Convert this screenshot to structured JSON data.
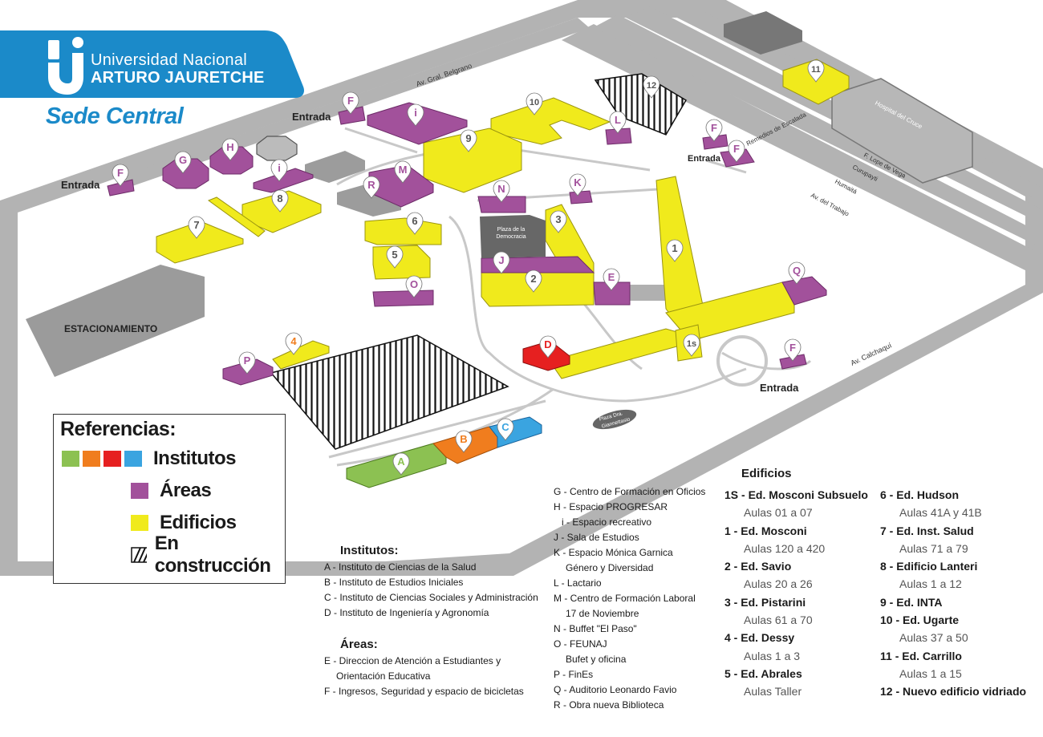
{
  "header": {
    "university_line1": "Universidad Nacional",
    "university_line2": "ARTURO JAURETCHE",
    "campus_title": "Sede Central"
  },
  "colors": {
    "brand_blue": "#1b8ac9",
    "institute_green": "#8cc152",
    "institute_orange": "#f07d1e",
    "institute_red": "#e62020",
    "institute_blue": "#3aa4e0",
    "area_purple": "#a2519b",
    "building_yellow": "#f0ea1c",
    "road_gray": "#b3b3b3",
    "building_gray": "#999999"
  },
  "map": {
    "streets": {
      "belgrano": "Av. Gral. Belgrano",
      "remedios": "Remedios de Escalada",
      "lope_vega": "F. Lope de Vega",
      "curupayti": "Curupayti",
      "humaita": "Humaitá",
      "trabajo": "Av. del Trabajo",
      "calchaqui": "Av. Calchaquí"
    },
    "entrances": [
      "Entrada",
      "Entrada",
      "Entrada",
      "Entrada"
    ],
    "parking": "ESTACIONAMIENTO",
    "hospital": "Hospital del Cruce",
    "plaza_democracia": [
      "Plaza de la",
      "Democracia"
    ],
    "plaza_giannettasio": [
      "Plaza Dra.",
      "Giannettasio"
    ],
    "markers": {
      "A": "A",
      "B": "B",
      "C": "C",
      "D": "D",
      "E": "E",
      "F": "F",
      "G": "G",
      "H": "H",
      "i": "i",
      "J": "J",
      "K": "K",
      "L": "L",
      "M": "M",
      "N": "N",
      "O": "O",
      "P": "P",
      "Q": "Q",
      "R": "R",
      "b1": "1",
      "b1s": "1s",
      "b2": "2",
      "b3": "3",
      "b4": "4",
      "b5": "5",
      "b6": "6",
      "b7": "7",
      "b8": "8",
      "b9": "9",
      "b10": "10",
      "b11": "11",
      "b12": "12"
    }
  },
  "legend": {
    "title": "Referencias:",
    "institutos": "Institutos",
    "areas": "Áreas",
    "edificios": "Edificios",
    "construccion": "En construcción"
  },
  "institutos": {
    "heading": "Institutos:",
    "items": [
      "A - Instituto de Ciencias de la Salud",
      "B - Instituto de Estudios Iniciales",
      "C - Instituto de Ciencias Sociales y Administración",
      "D - Instituto de Ingeniería y Agronomía"
    ]
  },
  "areas": {
    "heading": "Áreas:",
    "items": [
      "E - Direccion de Atención a Estudiantes y",
      "Orientación Educativa",
      "F - Ingresos, Seguridad y espacio de bicicletas"
    ]
  },
  "areas_more": {
    "items": [
      "G - Centro de Formación en Oficios",
      "H - Espacio PROGRESAR",
      "i - Espacio recreativo",
      "J - Sala de Estudios",
      "K - Espacio Mónica Garnica",
      "Género y Diversidad",
      "L - Lactario",
      "M - Centro de Formación Laboral",
      "17 de Noviembre",
      "N - Buffet \"El Paso\"",
      "O - FEUNAJ",
      "Bufet y oficina",
      "P - FinEs",
      "Q - Auditorio Leonardo Favio",
      "R - Obra nueva Biblioteca"
    ]
  },
  "edificios": {
    "heading": "Edificios",
    "col1": [
      {
        "name": "1S - Ed. Mosconi Subsuelo",
        "aulas": "Aulas 01 a 07"
      },
      {
        "name": "1 - Ed. Mosconi",
        "aulas": "Aulas 120 a 420"
      },
      {
        "name": "2 - Ed. Savio",
        "aulas": "Aulas 20 a 26"
      },
      {
        "name": "3 - Ed. Pistarini",
        "aulas": "Aulas 61 a 70"
      },
      {
        "name": "4 - Ed. Dessy",
        "aulas": "Aulas 1 a 3"
      },
      {
        "name": "5 - Ed. Abrales",
        "aulas": "Aulas Taller"
      }
    ],
    "col2": [
      {
        "name": "6 - Ed. Hudson",
        "aulas": "Aulas 41A y 41B"
      },
      {
        "name": "7 - Ed. Inst. Salud",
        "aulas": "Aulas 71 a 79"
      },
      {
        "name": "8 - Edificio Lanteri",
        "aulas": "Aulas 1 a 12"
      },
      {
        "name": "9 - Ed. INTA",
        "aulas": ""
      },
      {
        "name": "10 - Ed. Ugarte",
        "aulas": "Aulas 37 a 50"
      },
      {
        "name": "11 - Ed. Carrillo",
        "aulas": "Aulas 1 a 15"
      },
      {
        "name": "12 - Nuevo edificio vidriado",
        "aulas": ""
      }
    ]
  }
}
